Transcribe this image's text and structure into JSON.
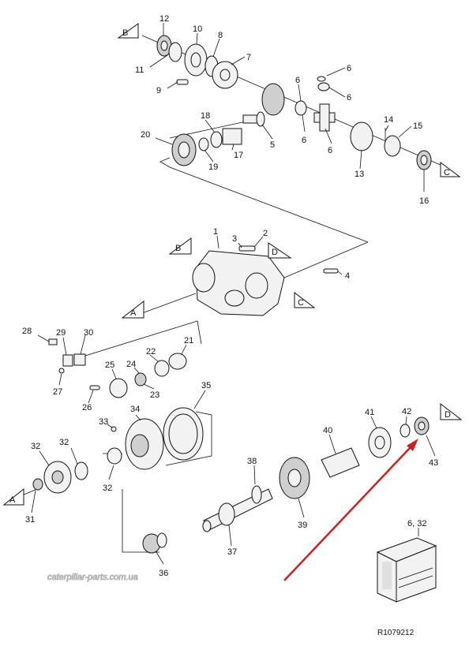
{
  "labels": {
    "p12": "12",
    "p10": "10",
    "p8": "8",
    "p11": "11",
    "p7": "7",
    "p9": "9",
    "p6a": "6",
    "p6b": "6",
    "p6c": "6",
    "p6d": "6",
    "p6e": "6",
    "p18": "18",
    "p20": "20",
    "p19": "19",
    "p17": "17",
    "p5": "5",
    "p14": "14",
    "p15": "15",
    "p13": "13",
    "p16": "16",
    "p1": "1",
    "p2": "2",
    "p3": "3",
    "p4": "4",
    "p28": "28",
    "p29": "29",
    "p30": "30",
    "p27": "27",
    "p25": "25",
    "p24": "24",
    "p22": "22",
    "p21": "21",
    "p23": "23",
    "p26": "26",
    "p35": "35",
    "p34": "34",
    "p33": "33",
    "p32a": "32",
    "p32b": "32",
    "p32c": "32",
    "p31": "31",
    "p38": "38",
    "p36": "36",
    "p37": "37",
    "p39": "39",
    "p40": "40",
    "p41": "41",
    "p42": "42",
    "p43": "43",
    "kit": "6, 32"
  },
  "refs": {
    "b_top": "B",
    "c_top": "C",
    "b_mid": "B",
    "d_mid": "D",
    "a_mid": "A",
    "c_mid": "C",
    "d_low": "D",
    "a_low": "A"
  },
  "watermark": "caterpillar-parts.com.ua",
  "drawing_code": "R1079212",
  "arrow_color": "#d0201c"
}
